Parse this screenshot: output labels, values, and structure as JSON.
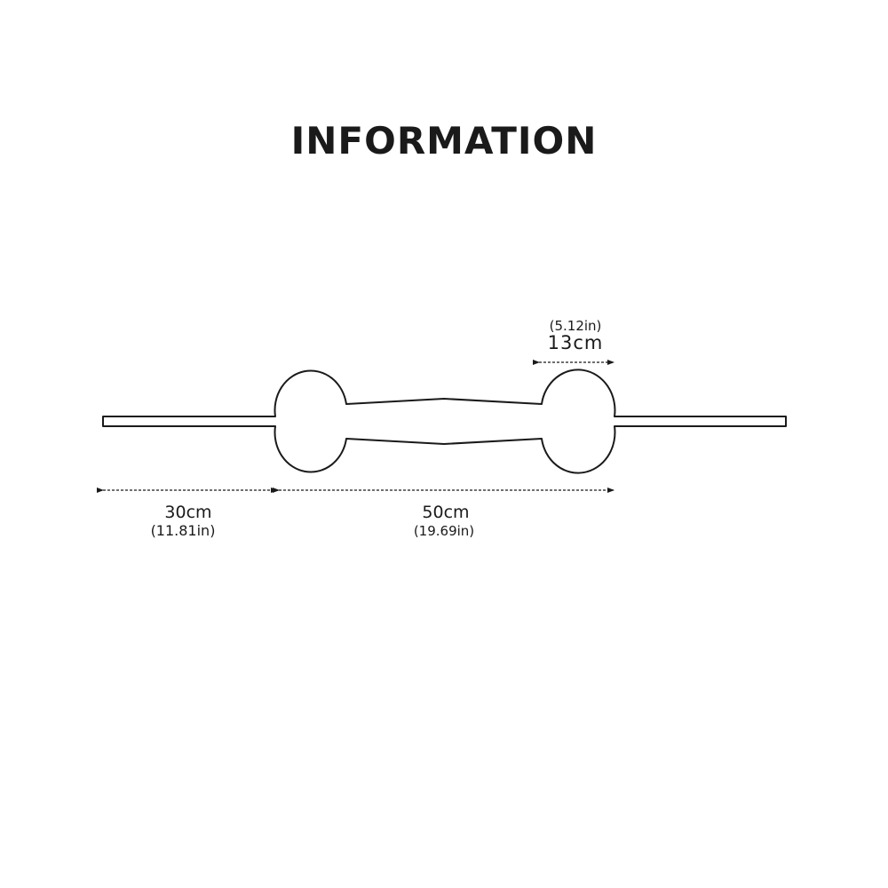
{
  "title": "INFORMATION",
  "dimensions": {
    "circle": {
      "metric": "13cm",
      "imperial": "(5.12in)"
    },
    "strap": {
      "metric": "30cm",
      "imperial": "(11.81in)"
    },
    "body": {
      "metric": "50cm",
      "imperial": "(19.69in)"
    }
  },
  "colors": {
    "line": "#1a1a1a",
    "background": "#ffffff"
  }
}
